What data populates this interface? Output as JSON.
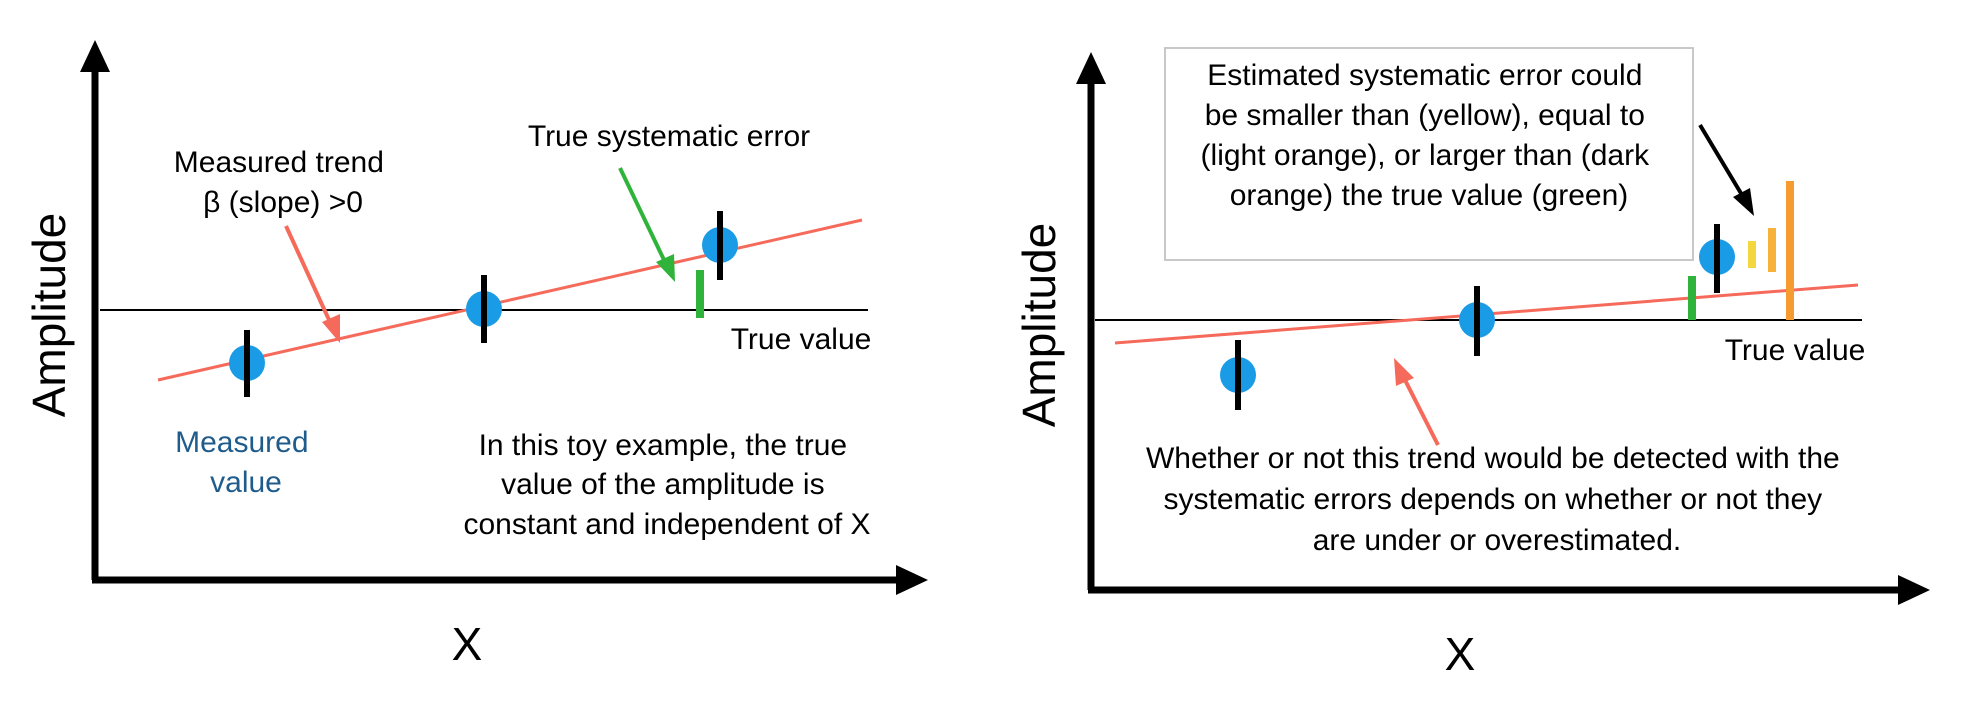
{
  "colors": {
    "measured_point": "#1a9be6",
    "error_bar": "#000000",
    "trend_line": "#f56a5a",
    "true_line": "#000000",
    "true_error": "#2fb33a",
    "est_small": "#f4d63f",
    "est_equal": "#f7b23c",
    "est_large": "#f59b2f",
    "measured_label": "#1f5c8c",
    "callout_border": "#c8c8c8"
  },
  "left_panel": {
    "y_axis_label": "Amplitude",
    "x_axis_label": "X",
    "measured_trend_label": [
      "Measured trend",
      "β (slope) >0"
    ],
    "true_systematic_label": "True systematic error",
    "true_value_label": "True value",
    "measured_value_label": [
      "Measured",
      "value"
    ],
    "note": [
      "In this toy example, the true",
      "value of the amplitude is",
      "constant and independent of X"
    ]
  },
  "right_panel": {
    "y_axis_label": "Amplitude",
    "x_axis_label": "X",
    "callout": [
      "Estimated systematic error could",
      "be smaller than (yellow), equal to",
      "(light orange), or larger than (dark",
      "orange) the true value (green)"
    ],
    "true_value_label": "True value",
    "note": [
      "Whether or not this trend would be detected with the",
      "systematic errors depends on whether or not they",
      "are under or overestimated."
    ]
  }
}
